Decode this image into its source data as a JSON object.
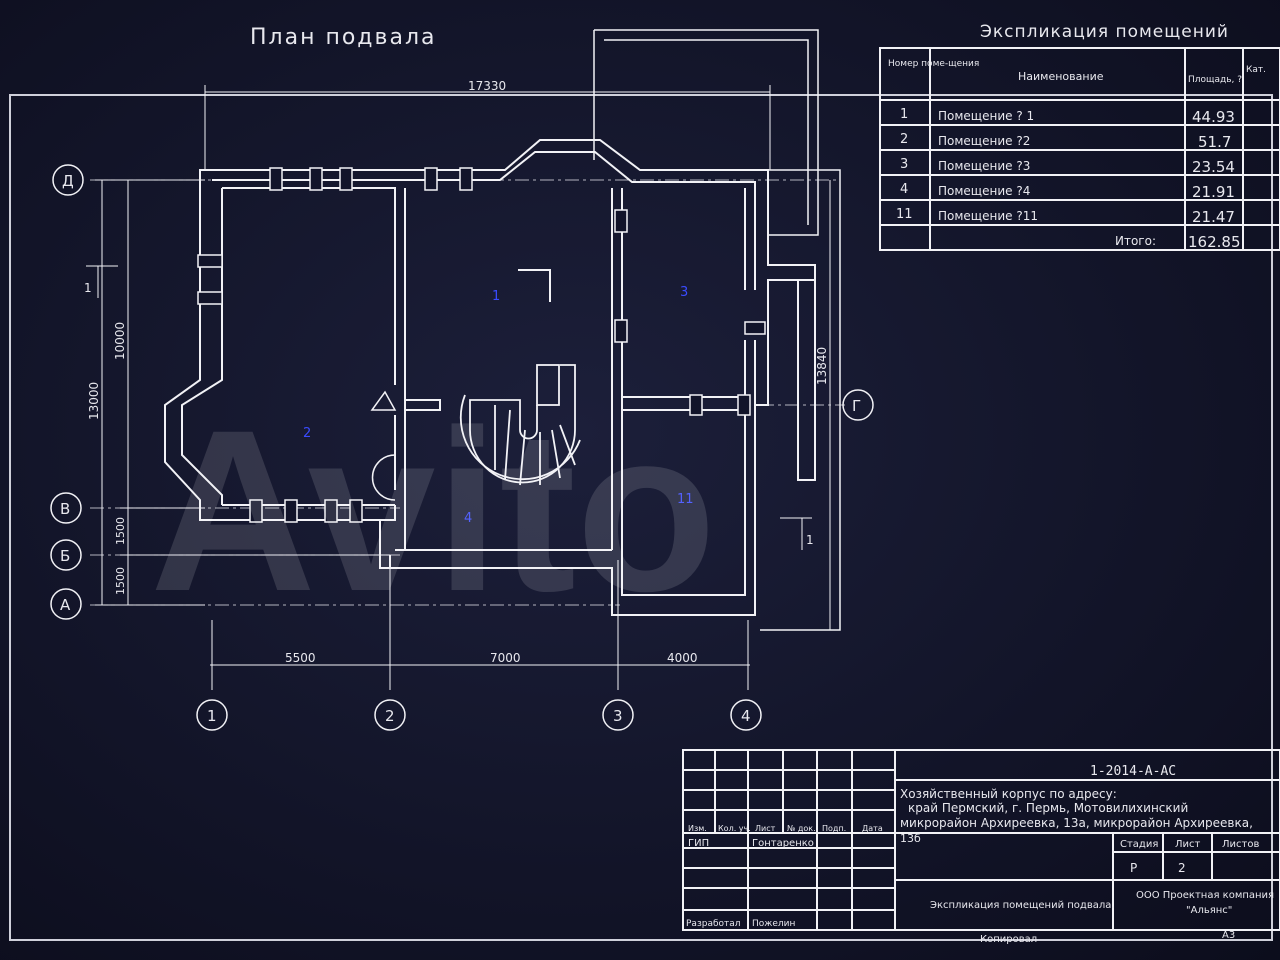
{
  "plan": {
    "title": "План подвала",
    "overall_dim": "17330",
    "dim_13000": "13000",
    "dim_10000": "10000",
    "dim_13840": "13840",
    "dim_1500a": "1500",
    "dim_1500b": "1500",
    "bottom_dims": [
      "5500",
      "7000",
      "4000"
    ],
    "axes_rows": [
      "Д",
      "Г",
      "В",
      "Б",
      "А"
    ],
    "axes_cols": [
      "1",
      "2",
      "3",
      "4"
    ],
    "room_labels": [
      "1",
      "2",
      "3",
      "4",
      "11"
    ],
    "section_marks": [
      "1",
      "1"
    ]
  },
  "explication": {
    "title": "Экспликация помещений",
    "headers": [
      "Номер поме-щения",
      "Наименование",
      "Площадь, ?",
      "Кат."
    ],
    "rows": [
      {
        "num": "1",
        "name": "Помещение ? 1",
        "area": "44.93"
      },
      {
        "num": "2",
        "name": "Помещение ?2",
        "area": "51.7"
      },
      {
        "num": "3",
        "name": "Помещение ?3",
        "area": "23.54"
      },
      {
        "num": "4",
        "name": "Помещение ?4",
        "area": "21.91"
      },
      {
        "num": "11",
        "name": "Помещение ?11",
        "area": "21.47"
      }
    ],
    "total_label": "Итого:",
    "total_value": "162.85"
  },
  "title_block": {
    "code": "1-2014-А-АС",
    "address_line1": "Хозяйственный корпус по адресу:",
    "address_line2": "край Пермский, г. Пермь, Мотовилихинский",
    "address_line3": "микрорайон Архиреевка, 13а, микрорайон Архиреевка,",
    "address_line4": "13б",
    "col_headers": [
      "Изм.",
      "Кол. уч.",
      "Лист",
      "№ док.",
      "Подп.",
      "Дата"
    ],
    "gip_label": "ГИП",
    "gip_name": "Гонтаренко",
    "developer_label": "Разработал",
    "developer_name": "Пожелин",
    "stage_header": "Стадия",
    "sheet_header": "Лист",
    "sheets_header": "Листов",
    "stage_value": "Р",
    "sheet_value": "2",
    "drawing_name": "Экспликация помещений подвала.",
    "company_line1": "ООО Проектная компания",
    "company_line2": "\"Альянс\"",
    "copied_label": "Копировал",
    "format_label": "А3"
  },
  "watermark": "Avito",
  "colors": {
    "line": "#f2f2f6",
    "bg": "#12142a",
    "room_label": "#3a4bff"
  }
}
